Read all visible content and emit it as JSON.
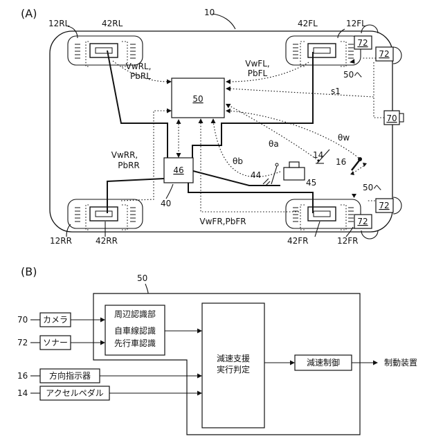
{
  "panel_a": {
    "label": "(A)",
    "vehicle": "10",
    "controller": "50",
    "ecu": "46",
    "bus": "40",
    "wheels": {
      "rl": {
        "wheel": "12RL",
        "brake": "42RL"
      },
      "fl": {
        "wheel": "12FL",
        "brake": "42FL"
      },
      "rr": {
        "wheel": "12RR",
        "brake": "42RR"
      },
      "fr": {
        "wheel": "12FR",
        "brake": "42FR"
      }
    },
    "signals": {
      "vw_rl": "VwRL,",
      "pb_rl": "PbRL",
      "vw_fl": "VwFL,",
      "pb_fl": "PbFL",
      "vw_rr": "VwRR,",
      "pb_rr": "PbRR",
      "vw_pb_fr": "VwFR,PbFR",
      "s1": "s1",
      "theta_a": "θa",
      "theta_b": "θb",
      "theta_w": "θw"
    },
    "sonar": "72",
    "camera": "70",
    "sonar_range": "50へ",
    "accel_pedal": "14",
    "turn_lever": "16",
    "pedal_sensor": "44",
    "brake_pedal": "45"
  },
  "panel_b": {
    "label": "(B)",
    "controller": "50",
    "inputs": [
      {
        "num": "70",
        "label": "カメラ"
      },
      {
        "num": "72",
        "label": "ソナー"
      },
      {
        "num": "16",
        "label": "方向指示器"
      },
      {
        "num": "14",
        "label": "アクセルペダル"
      }
    ],
    "recognition": {
      "line1": "周辺認識部",
      "line2": "自車線認識",
      "line3": "先行車認識"
    },
    "judge": {
      "line1": "減速支援",
      "line2": "実行判定"
    },
    "decel": "減速制御",
    "output": "制動装置"
  }
}
